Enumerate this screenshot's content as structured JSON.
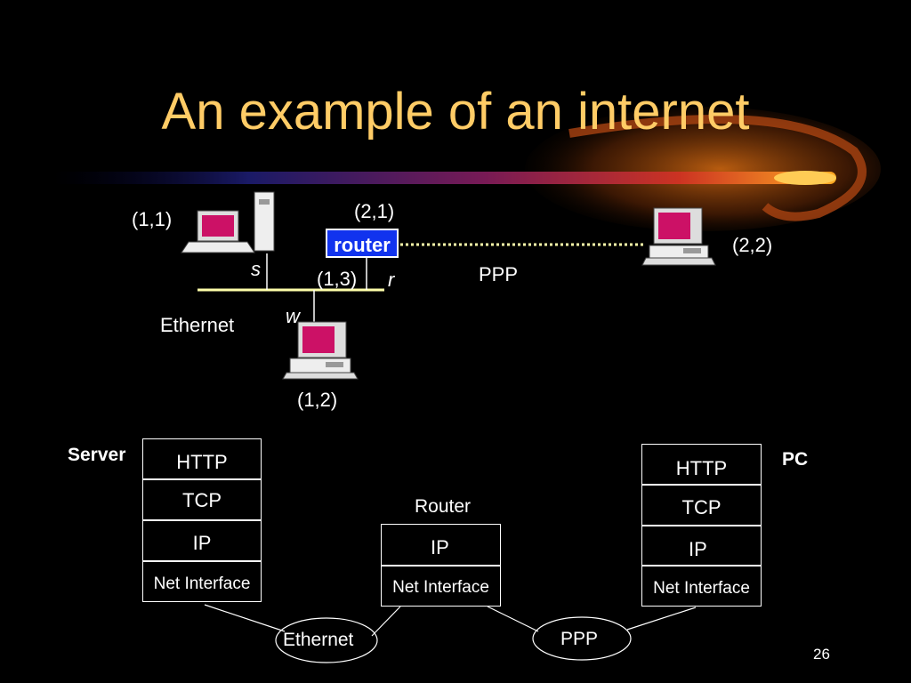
{
  "slide": {
    "title": "An example of an internet",
    "page_number": "26"
  },
  "network": {
    "host_1_1": "(1,1)",
    "host_1_2": "(1,2)",
    "host_2_2": "(2,2)",
    "router_if_2_1": "(2,1)",
    "router_if_1_3": "(1,3)",
    "router_label": "router",
    "link_s": "s",
    "link_r": "r",
    "link_w": "w",
    "ethernet_label": "Ethernet",
    "ppp_label": "PPP"
  },
  "stacks": {
    "server": {
      "label": "Server",
      "layers": [
        "HTTP",
        "TCP",
        "IP",
        "Net Interface"
      ]
    },
    "router": {
      "label": "Router",
      "layers": [
        "IP",
        "Net Interface"
      ]
    },
    "pc": {
      "label": "PC",
      "layers": [
        "HTTP",
        "TCP",
        "IP",
        "Net Interface"
      ]
    }
  },
  "links": {
    "ethernet": "Ethernet",
    "ppp": "PPP"
  }
}
